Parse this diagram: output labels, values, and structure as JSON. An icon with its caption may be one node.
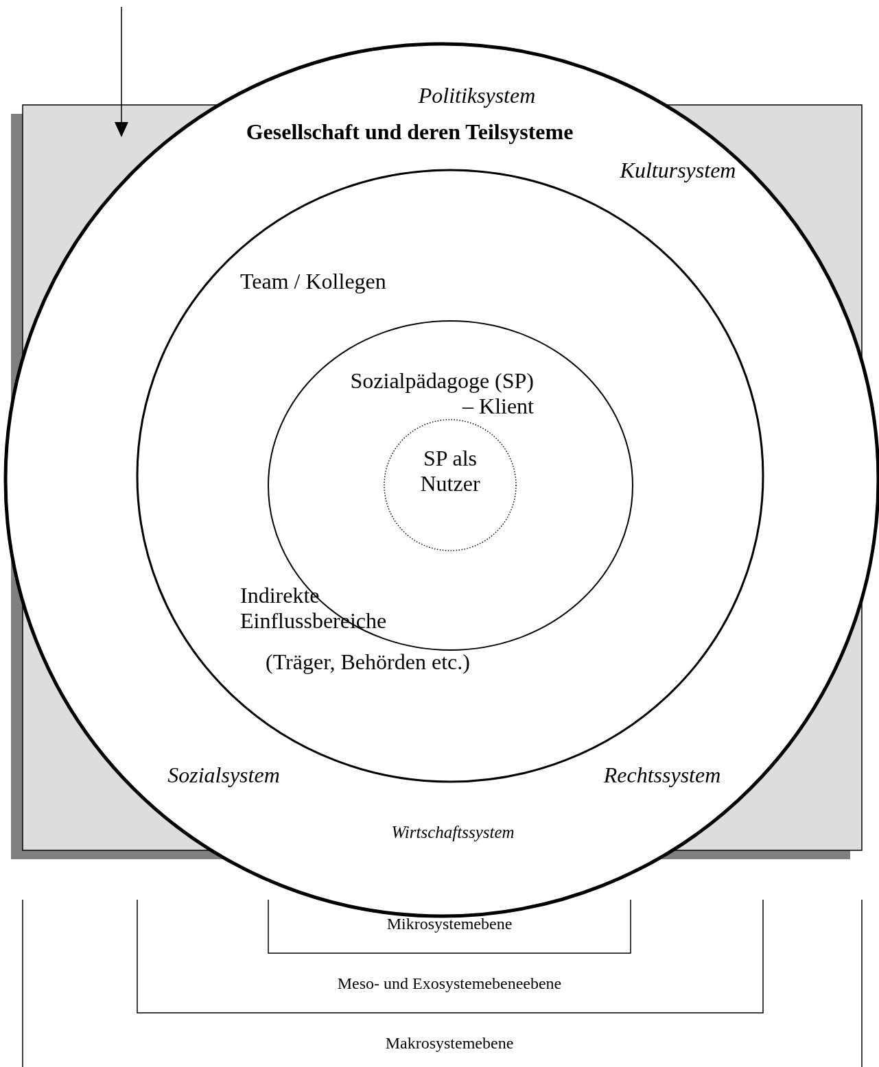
{
  "diagram": {
    "nodes": [
      {
        "text": [
          "Politiksystem",
          "Gesellschaft und deren Teilsysteme",
          "Kultursystem",
          "Sozialsystem",
          "Rechtssystem",
          "Wirtschaftssystem"
        ]
      },
      {
        "text": [
          "Team / Kollegen",
          "Indirekte Einflussbereiche",
          "(Träger, Behörden etc.)"
        ],
        "in": 0
      },
      {
        "text": [
          "Sozialpädagoge (SP) – Klient"
        ],
        "in": 1
      },
      {
        "text": [
          "SP als Nutzer"
        ],
        "in": 2
      }
    ],
    "labels": [
      "Mikrosystemebene",
      "Meso- und Exosystemebeneebene",
      "Makrosystemebene"
    ]
  }
}
